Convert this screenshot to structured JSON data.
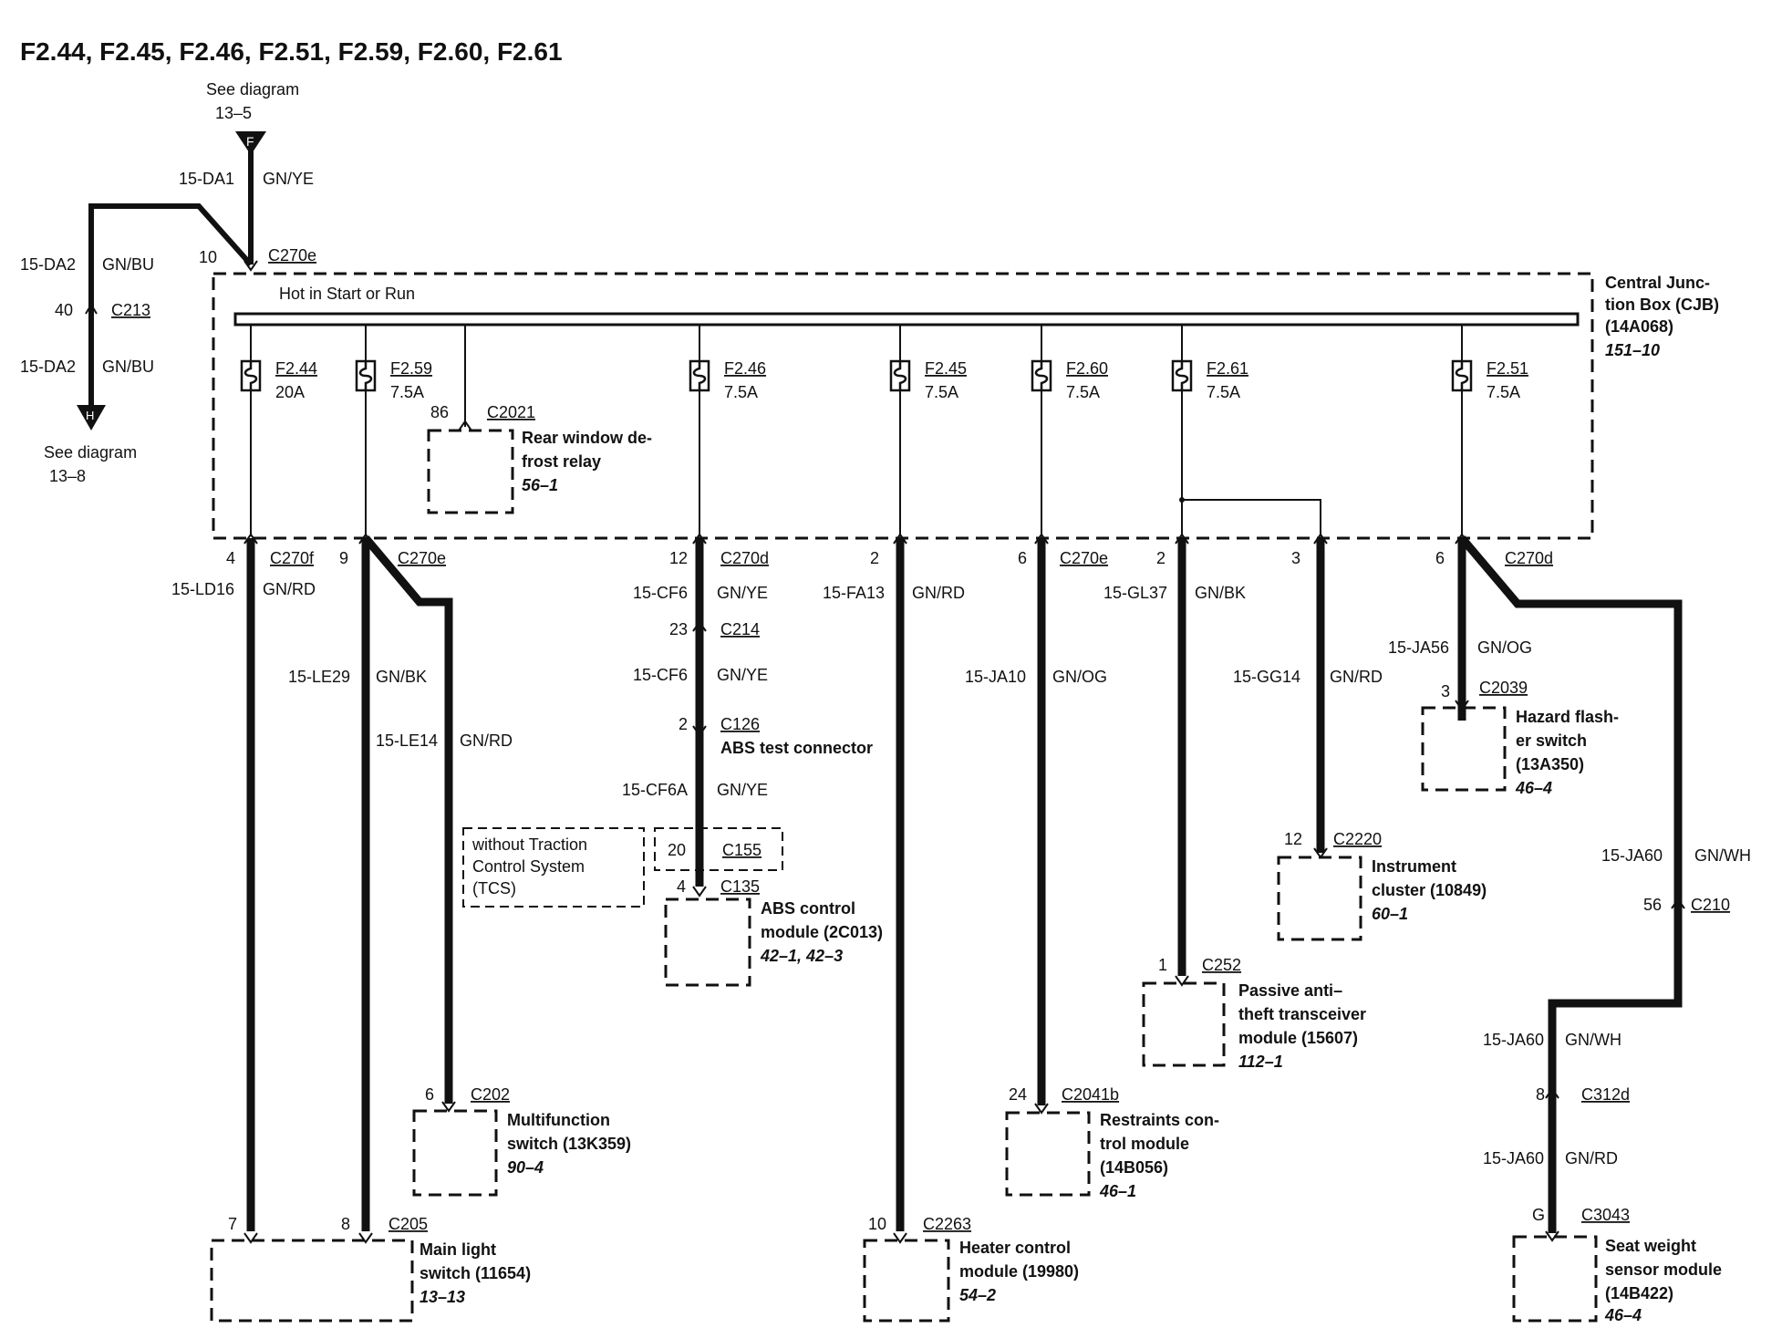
{
  "title": "F2.44, F2.45, F2.46, F2.51, F2.59, F2.60, F2.61",
  "top_ref": {
    "line1": "See diagram",
    "line2": "13–5",
    "letter": "F"
  },
  "left_ref": {
    "line1": "See diagram",
    "line2": "13–8",
    "letter": "H"
  },
  "left_wires": {
    "upper": {
      "circuit": "15-DA2",
      "color": "GN/BU"
    },
    "lower": {
      "circuit": "15-DA2",
      "color": "GN/BU"
    },
    "connector": {
      "pin": "40",
      "name": "C213"
    }
  },
  "feed_wire": {
    "circuit": "15-DA1",
    "color": "GN/YE",
    "pin": "10",
    "connector": "C270e"
  },
  "cjb": {
    "bus_label": "Hot in Start or Run",
    "name_lines": [
      "Central Junc-",
      "tion Box (CJB)",
      "(14A068)"
    ],
    "ref": "151–10"
  },
  "fuses": [
    {
      "name": "F2.44",
      "rating": "20A"
    },
    {
      "name": "F2.59",
      "rating": "7.5A"
    },
    {
      "name": "F2.46",
      "rating": "7.5A"
    },
    {
      "name": "F2.45",
      "rating": "7.5A"
    },
    {
      "name": "F2.60",
      "rating": "7.5A"
    },
    {
      "name": "F2.61",
      "rating": "7.5A"
    },
    {
      "name": "F2.51",
      "rating": "7.5A"
    }
  ],
  "relay": {
    "pin": "86",
    "connector": "C2021",
    "name_lines": [
      "Rear window de-",
      "frost relay"
    ],
    "ref": "56–1"
  },
  "outputs": {
    "o1": {
      "pin": "4",
      "connector": "C270f",
      "circuit": "15-LD16",
      "color": "GN/RD"
    },
    "o2": {
      "pin": "9",
      "connector": "C270e",
      "circuit": "15-LE29",
      "color": "GN/BK"
    },
    "o2b": {
      "circuit": "15-LE14",
      "color": "GN/RD"
    },
    "o3": {
      "pin": "12",
      "connector": "C270d",
      "circuit": "15-CF6",
      "color": "GN/YE"
    },
    "o3_c214": {
      "pin": "23",
      "connector": "C214",
      "circuit": "15-CF6",
      "color": "GN/YE"
    },
    "o3_c126": {
      "pin": "2",
      "connector": "C126",
      "label": "ABS test connector",
      "circuit": "15-CF6A",
      "color": "GN/YE"
    },
    "o3_c155": {
      "pin": "20",
      "connector": "C155"
    },
    "o3_c135": {
      "pin": "4",
      "connector": "C135"
    },
    "o4": {
      "pin": "2",
      "circuit": "15-FA13",
      "color": "GN/RD"
    },
    "o5": {
      "pin": "6",
      "connector": "C270e",
      "circuit": "15-JA10",
      "color": "GN/OG"
    },
    "o6": {
      "pin": "2",
      "circuit": "15-GL37",
      "color": "GN/BK"
    },
    "o7": {
      "pin": "3",
      "circuit": "15-GG14",
      "color": "GN/RD"
    },
    "o8": {
      "pin": "6",
      "connector": "C270d",
      "circuit": "15-JA56",
      "color": "GN/OG"
    },
    "o8_down": {
      "circuit": "15-JA60",
      "color": "GN/WH",
      "pin": "56",
      "connector": "C210"
    },
    "o8_low": {
      "circuit": "15-JA60",
      "color": "GN/WH",
      "pin": "8",
      "connector": "C312d"
    },
    "o8_end": {
      "circuit": "15-JA60",
      "color": "GN/RD",
      "pin": "G",
      "connector": "C3043"
    }
  },
  "tcs_note": [
    "without Traction",
    "Control System",
    "(TCS)"
  ],
  "components": {
    "abs": {
      "name_lines": [
        "ABS control",
        "module (2C013)"
      ],
      "ref": "42–1, 42–3"
    },
    "multifunction": {
      "pin": "6",
      "connector": "C202",
      "name_lines": [
        "Multifunction",
        "switch (13K359)"
      ],
      "ref": "90–4"
    },
    "main_light": {
      "pin_a": "7",
      "pin_b": "8",
      "connector": "C205",
      "name_lines": [
        "Main light",
        "switch (11654)"
      ],
      "ref": "13–13"
    },
    "heater": {
      "pin": "10",
      "connector": "C2263",
      "name_lines": [
        "Heater control",
        "module (19980)"
      ],
      "ref": "54–2"
    },
    "restraints": {
      "pin": "24",
      "connector": "C2041b",
      "name_lines": [
        "Restraints con-",
        "trol module",
        "(14B056)"
      ],
      "ref": "46–1"
    },
    "pats": {
      "pin": "1",
      "connector": "C252",
      "name_lines": [
        "Passive anti–",
        "theft transceiver",
        "module (15607)"
      ],
      "ref": "112–1"
    },
    "cluster": {
      "pin": "12",
      "connector": "C2220",
      "name_lines": [
        "Instrument",
        "cluster (10849)"
      ],
      "ref": "60–1"
    },
    "hazard": {
      "pin": "3",
      "connector": "C2039",
      "name_lines": [
        "Hazard flash-",
        "er switch",
        "(13A350)"
      ],
      "ref": "46–4"
    },
    "seat": {
      "name_lines": [
        "Seat weight",
        "sensor module",
        "(14B422)"
      ],
      "ref": "46–4"
    }
  }
}
